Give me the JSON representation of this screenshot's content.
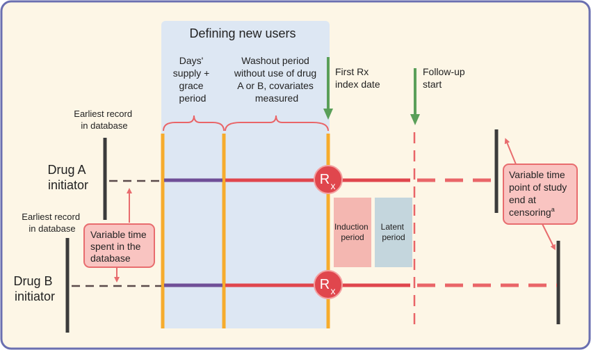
{
  "header": "Defining new users",
  "columns": {
    "days_supply": [
      "Days'",
      "supply +",
      "grace",
      "period"
    ],
    "washout": [
      "Washout period",
      "without use of drug",
      "A or B, covariates",
      "measured"
    ]
  },
  "markers": {
    "first_rx": [
      "First Rx",
      "index date"
    ],
    "followup": [
      "Follow-up",
      "start"
    ]
  },
  "earliest_record": {
    "a": [
      "Earliest record",
      "in database"
    ],
    "b": [
      "Earliest record",
      "in database"
    ]
  },
  "drugs": {
    "a": [
      "Drug A",
      "initiator"
    ],
    "b": [
      "Drug B",
      "initiator"
    ]
  },
  "callouts": {
    "variable_time_db": [
      "Variable time",
      "spent in the",
      "database"
    ],
    "variable_end": [
      "Variable time",
      "point of study",
      "end at",
      "censoring"
    ],
    "variable_end_superscript": "a"
  },
  "periods": {
    "induction": [
      "Induction",
      "period"
    ],
    "latent": [
      "Latent",
      "period"
    ]
  },
  "rx_symbol": {
    "r": "R",
    "x": "x"
  },
  "colors": {
    "frame": "#6a6fb0",
    "background": "#fdf6e6",
    "new_users_panel": "#dde7f3",
    "orange": "#f6ac2d",
    "red": "#e0464d",
    "dash_red": "#e96568",
    "purple": "#6f4f97",
    "green": "#5a9f59",
    "dark": "#3b3b3b",
    "callout_fill": "#f9c4c1",
    "callout_stroke": "#e86c6e",
    "induction_fill": "#f4b7b1",
    "latent_fill": "#c4d6dd"
  }
}
